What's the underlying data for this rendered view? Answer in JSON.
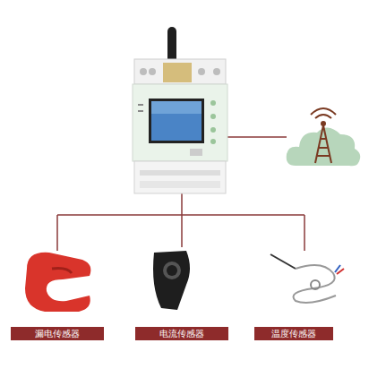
{
  "diagram": {
    "nodes": [
      {
        "text": [
          "漏电传感器"
        ]
      },
      {
        "text": [
          "电流传感器"
        ]
      },
      {
        "text": [
          "温度传感器"
        ]
      }
    ]
  }
}
